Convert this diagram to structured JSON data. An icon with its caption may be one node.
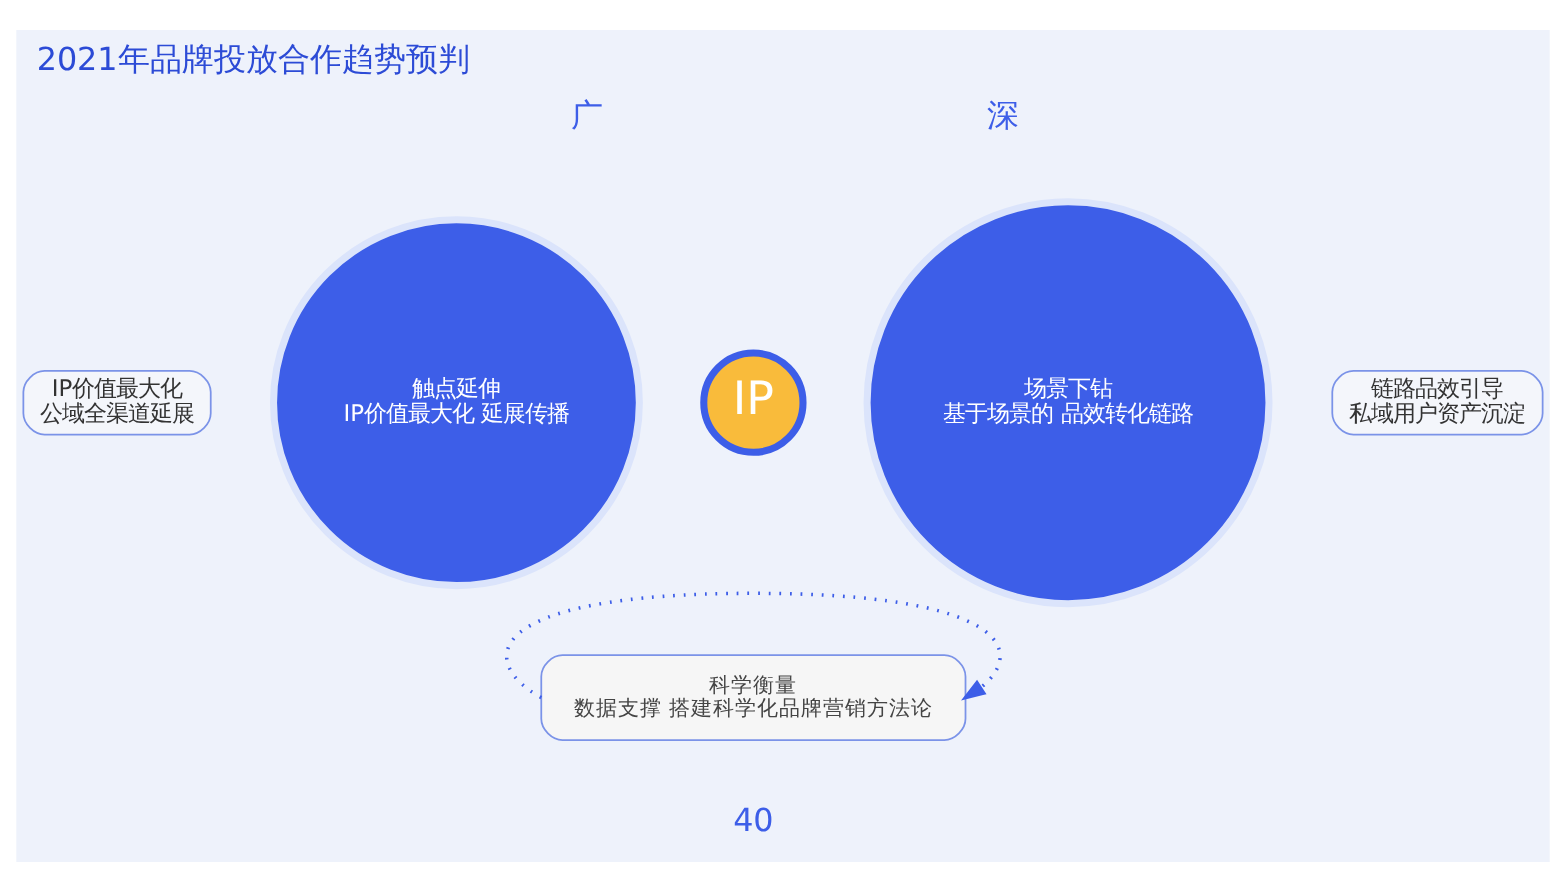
{
  "diagram": {
    "title": "2021年品牌投放合作趋势预判",
    "nodes": [
      {
        "text": [
          "IP价值最大化",
          "公域全渠道延展"
        ]
      },
      {
        "text": [
          "触点延伸",
          "IP价值最大化 延展传播"
        ]
      },
      {
        "text": [
          "IP"
        ]
      },
      {
        "text": [
          "场景下钻",
          "基于场景的 品效转化链路"
        ]
      },
      {
        "text": [
          "链路品效引导",
          "私域用户资产沉淀"
        ]
      },
      {
        "text": [
          "科学衡量",
          "数据支撑 搭建科学化品牌营销方法论"
        ]
      }
    ],
    "edges": [
      {
        "from": 5,
        "to": 5,
        "arrow": "to",
        "style": "dashed"
      }
    ],
    "labels": [
      "广",
      "深",
      "40"
    ]
  }
}
